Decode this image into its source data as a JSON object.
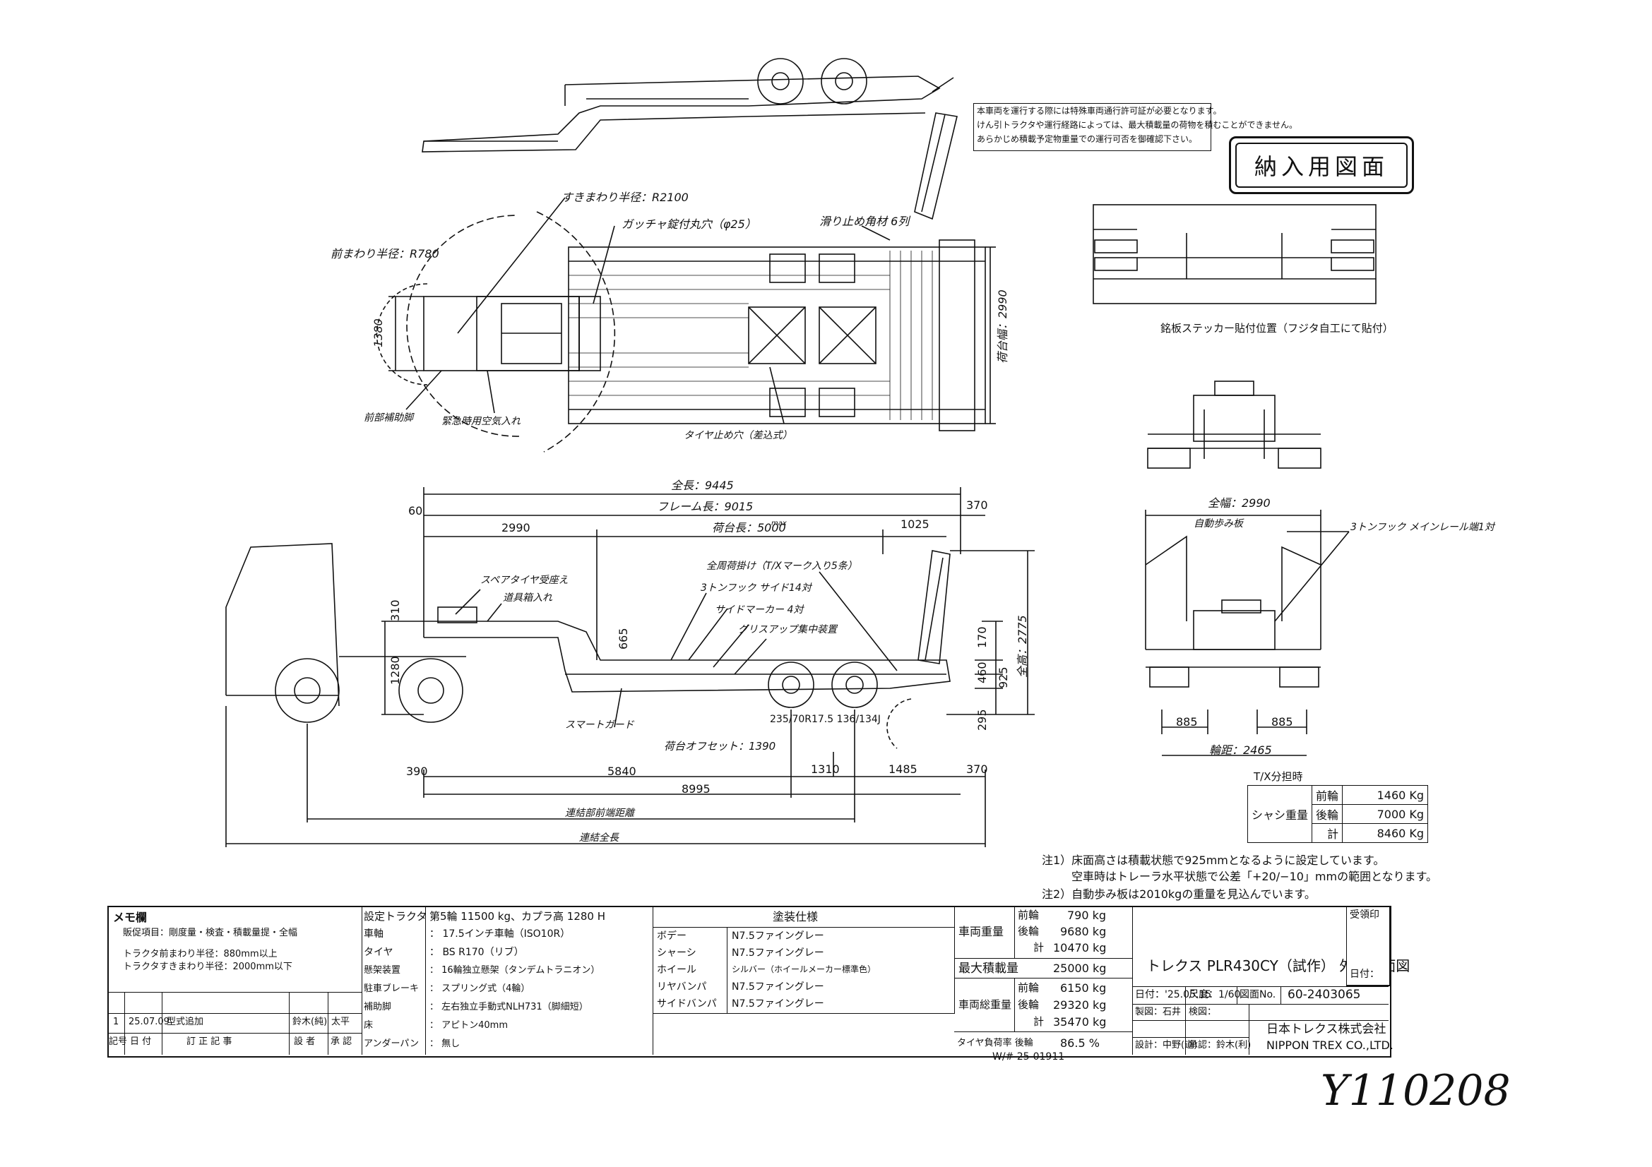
{
  "stamp": "納入用図面",
  "warning": [
    "本車両を運行する際には特殊車両通行許可証が必要となります。",
    "けん引トラクタや運行経路によっては、最大積載量の荷物を積むことができません。",
    "あらかじめ積載予定物重量での運行可否を御確認下さい。"
  ],
  "rear_sticker_label": "銘板ステッカー貼付位置（フジタ自工にて貼付）",
  "top_view": {
    "r_front": "前まわり半径：R780",
    "r_rear": "すきまわり半径：R2100",
    "kingpin_lbl": "ガッチャ錠付丸穴（φ25）",
    "width_1380": "1380",
    "stopper": "滑り止め角材 6列",
    "width_2990": "荷台幅：2990",
    "jack": "前部補助脚",
    "air": "緊急時用空気入れ",
    "tire_stop": "タイヤ止め穴（差込式）"
  },
  "side_view": {
    "total_len": "全長：9445",
    "frame_len": "フレーム長：9015",
    "d60": "60",
    "d370_top": "370",
    "d2990": "2990",
    "deck_len": "荷台長：5000",
    "deck_mark": "max",
    "d1025": "1025",
    "spare": "スペアタイヤ受座え",
    "tool": "道具箱入れ",
    "lashing": "全周荷掛け（T/Xマーク入り5条）",
    "hook3t": "3トンフック サイド14対",
    "marker": "サイドマーカー 4対",
    "grease": "グリスアップ集中装置",
    "smart": "スマートガード",
    "d310": "310",
    "d665": "665",
    "d1280": "1280",
    "d170": "170",
    "d460": "460",
    "d925": "925",
    "d295": "295",
    "height": "全高：2775",
    "tire_size": "235/70R17.5 136/134J",
    "offset": "荷台オフセット：1390",
    "d390": "390",
    "d5840": "5840",
    "d1310": "1310",
    "d1485": "1485",
    "d370_bot": "370",
    "d8995": "8995",
    "coupler_dist": "連結部前端距離",
    "overall_len": "連結全長"
  },
  "rear_view": {
    "width": "全幅：2990",
    "ramp": "自動歩み板",
    "hook_main": "3トンフック メインレール端1対",
    "d885a": "885",
    "d885b": "885",
    "track": "輪距：2465"
  },
  "tx_table": {
    "caption": "T/X分担時",
    "label": "シャシ重量",
    "rows": [
      {
        "k": "前輪",
        "v": "1460 Kg"
      },
      {
        "k": "後輪",
        "v": "7000 Kg"
      },
      {
        "k": "計",
        "v": "8460 Kg"
      }
    ]
  },
  "notes": [
    "注1）床面高さは積載状態で925mmとなるように設定しています。",
    "空車時はトレーラ水平状態で公差「+20/−10」mmの範囲となります。",
    "注2）自動歩み板は2010kgの重量を見込んでいます。"
  ],
  "memo": {
    "title": "メモ欄",
    "l1": "販促項目：剛度量・検査・積載量提・全幅",
    "l2": "トラクタ前まわり半径：880mm以上",
    "l3": "トラクタすきまわり半径：2000mm以下"
  },
  "revision": {
    "mark": "1",
    "date": "25.07.09",
    "desc": "型式追加",
    "by": "鈴木(純)",
    "ok": "太平",
    "h_mark": "記号",
    "h_date": "日 付",
    "h_desc": "訂 正 記 事",
    "h_by": "設 者",
    "h_ok": "承 認"
  },
  "specs": [
    {
      "k": "設定トラクタ",
      "v": "第5輪 11500 kg、カプラ高 1280 H"
    },
    {
      "k": "車軸",
      "v": "： 17.5インチ車軸（ISO10R）"
    },
    {
      "k": "タイヤ",
      "v": "： BS R170（リブ）"
    },
    {
      "k": "懸架装置",
      "v": "： 16輪独立懸架（タンデムトラニオン）"
    },
    {
      "k": "駐車ブレーキ",
      "v": "： スプリング式（4輪）"
    },
    {
      "k": "補助脚",
      "v": "： 左右独立手動式NLH731（脚細短）"
    },
    {
      "k": "床",
      "v": "： アピトン40mm"
    },
    {
      "k": "アンダーパン",
      "v": "： 無し"
    }
  ],
  "paint": {
    "title": "塗装仕様",
    "rows": [
      {
        "k": "ボデー",
        "v": "N7.5ファイングレー"
      },
      {
        "k": "シャーシ",
        "v": "N7.5ファイングレー"
      },
      {
        "k": "ホイール",
        "v": "シルバー（ホイールメーカー標準色）"
      },
      {
        "k": "リヤバンパ",
        "v": "N7.5ファイングレー"
      },
      {
        "k": "サイドバンパ",
        "v": "N7.5ファイングレー"
      }
    ]
  },
  "weights": {
    "curb": "車両重量",
    "max_load": "最大積載量",
    "max_load_v": "25000 kg",
    "gvw": "車両総重量",
    "front": "前輪",
    "rear": "後輪",
    "total": "計",
    "curb_f": "790 kg",
    "curb_r": "9680 kg",
    "curb_t": "10470 kg",
    "gvw_f": "6150 kg",
    "gvw_r": "29320 kg",
    "gvw_t": "35470 kg",
    "tire_rate": "タイヤ負荷率 後輪",
    "tire_rate_v": "86.5 %"
  },
  "title_block": {
    "receipt": "受領印",
    "title": "トレクス PLR430CY（試作） 外観四面図",
    "date_lbl": "日付：",
    "date": "日付：'25.05.15",
    "scale": "尺度：1/60",
    "dwg_no_lbl": "図面No.",
    "dwg_no": "60-2403065",
    "drawn": "製図：石井",
    "check": "検図：",
    "design": "設計：中野(道)",
    "approve": "承認：鈴木(利)",
    "company": "日本トレクス株式会社",
    "company_en": "NIPPON TREX CO.,LTD.",
    "wo": "W/# 25-01911"
  },
  "handwritten": "Y110208"
}
